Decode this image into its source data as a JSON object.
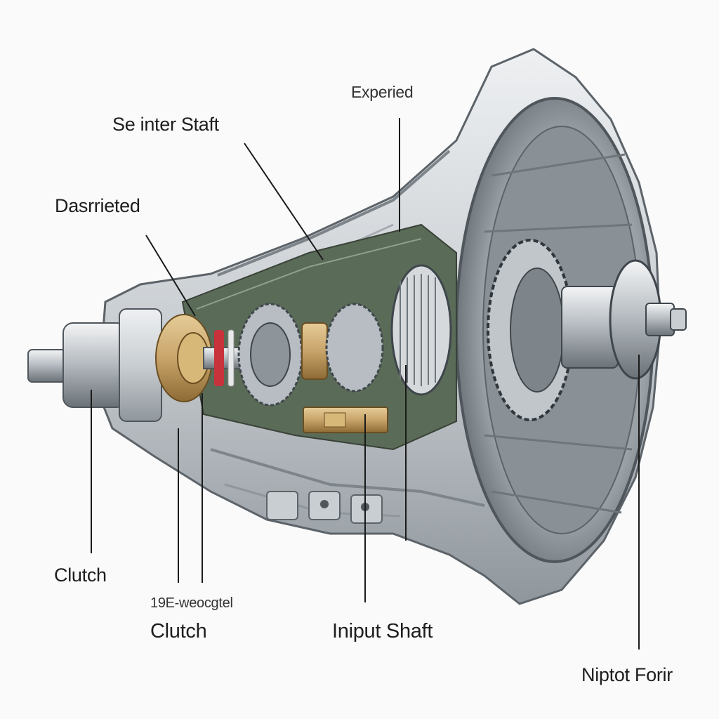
{
  "labels": {
    "experied": "Experied",
    "seinter_staft": "Se inter Staft",
    "dasrrieted": "Dasrrieted",
    "clutch_left": "Clutch",
    "code_19e": "19E-weocgtel",
    "clutch_center": "Clutch",
    "input_shaft": "Iniput Shaft",
    "niptot_forir": "Niptot Forir"
  },
  "colors": {
    "background": "#fafafa",
    "casing_light": "#d9dde0",
    "casing_mid": "#b8bec3",
    "casing_dark": "#6c7379",
    "gear_steel": "#9aa1a6",
    "brass": "#c8a46a",
    "brass_dark": "#8e6b35",
    "interior_green": "#5a6b58",
    "red_accent": "#c8323a",
    "leader_line": "#1a1a1a"
  }
}
